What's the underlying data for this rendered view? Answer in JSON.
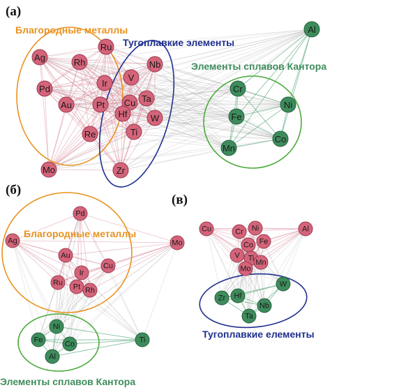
{
  "colors": {
    "pink_node": "#d4647a",
    "green_node": "#3e8c5c",
    "orange_group": "#e8921f",
    "blue_group": "#1f2f8f",
    "green_group": "#4aaa3a",
    "edge_pink": "#d88a9a",
    "edge_grey": "#9a9a9a",
    "edge_green": "#5aa87a"
  },
  "panels": {
    "a": {
      "label": "(a)",
      "groups": {
        "noble": "Благородные металлы",
        "refractory": "Тугоплавкие элементы",
        "cantor": "Элементы сплавов Кантора"
      },
      "nodes": {
        "Ag": "Ag",
        "Ru": "Ru",
        "Rh": "Rh",
        "Ir": "Ir",
        "Pd": "Pd",
        "Au": "Au",
        "Pt": "Pt",
        "Cu": "Cu",
        "Hf": "Hf",
        "V": "V",
        "Nb": "Nb",
        "Ta": "Ta",
        "W": "W",
        "Ti": "Ti",
        "Re": "Re",
        "Mo": "Mo",
        "Zr": "Zr",
        "Al": "Al",
        "Cr": "Cr",
        "Ni": "Ni",
        "Fe": "Fe",
        "Co": "Co",
        "Mn": "Mn"
      }
    },
    "b": {
      "label": "(б)",
      "groups": {
        "noble": "Благородные металлы",
        "cantor": "Элементы сплавов Кантора"
      },
      "nodes": {
        "Pd": "Pd",
        "Ag": "Ag",
        "Mo": "Mo",
        "Au": "Au",
        "Ir": "Ir",
        "Cu": "Cu",
        "Ru": "Ru",
        "Pt": "Pt",
        "Rh": "Rh",
        "Ni": "Ni",
        "Fe": "Fe",
        "Co": "Co",
        "Al": "Al",
        "Ti": "Ti"
      }
    },
    "c": {
      "label": "(в)",
      "groups": {
        "refractory": "Тугоплавкие елементы"
      },
      "nodes": {
        "Cu": "Cu",
        "Cr": "Cr",
        "Ni": "Ni",
        "Al": "Al",
        "Co": "Co",
        "Fe": "Fe",
        "V": "V",
        "Ti": "Ti",
        "Mn": "Mn",
        "Mo": "Mo",
        "W": "W",
        "Zr": "Zr",
        "Hf": "Hf",
        "Nb": "Nb",
        "Ta": "Ta"
      }
    }
  }
}
